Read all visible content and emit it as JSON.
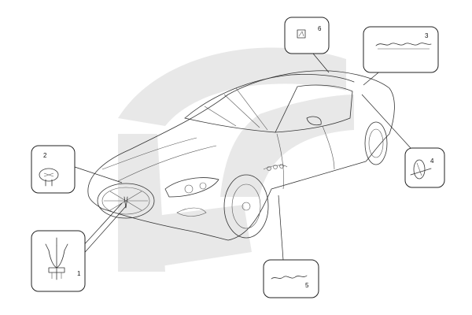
{
  "watermark_color": "#e8e8e8",
  "line_color": "#333333",
  "callouts": [
    {
      "id": "1",
      "label": "1",
      "part_icon": "trident-emblem-icon"
    },
    {
      "id": "2",
      "label": "2",
      "part_icon": "round-badge-icon"
    },
    {
      "id": "3",
      "label": "3",
      "part_icon": "script-lettering-icon"
    },
    {
      "id": "4",
      "label": "4",
      "part_icon": "oval-badge-icon"
    },
    {
      "id": "5",
      "label": "5",
      "part_icon": "side-lettering-icon"
    },
    {
      "id": "6",
      "label": "6",
      "part_icon": "small-emblem-icon"
    }
  ]
}
